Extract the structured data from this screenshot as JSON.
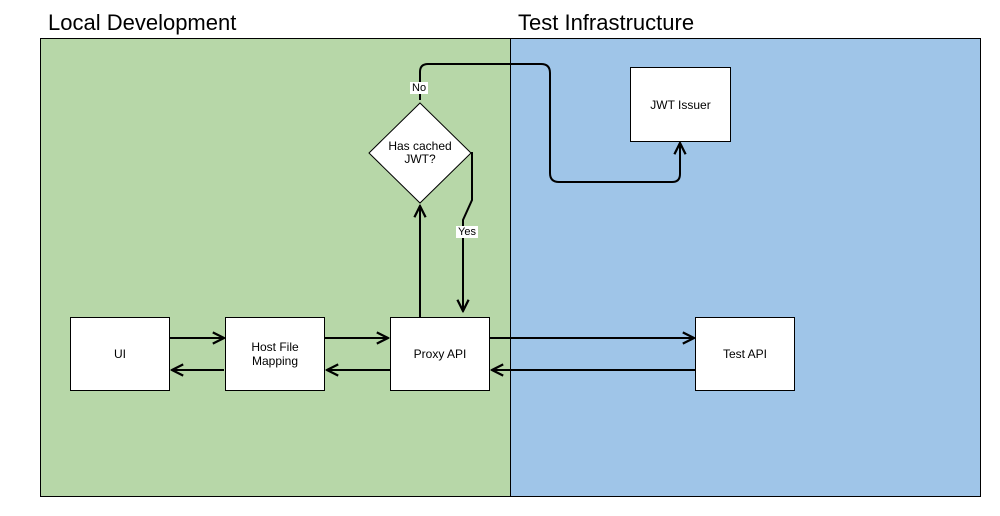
{
  "regions": {
    "local": "Local Development",
    "test": "Test Infrastructure"
  },
  "nodes": {
    "ui": "UI",
    "host_file_mapping": "Host File\nMapping",
    "proxy_api": "Proxy API",
    "test_api": "Test API",
    "jwt_issuer": "JWT Issuer",
    "decision": "Has cached\nJWT?"
  },
  "edge_labels": {
    "no": "No",
    "yes": "Yes"
  },
  "colors": {
    "local_zone": "#b7d7a8",
    "test_zone": "#9fc5e8"
  }
}
